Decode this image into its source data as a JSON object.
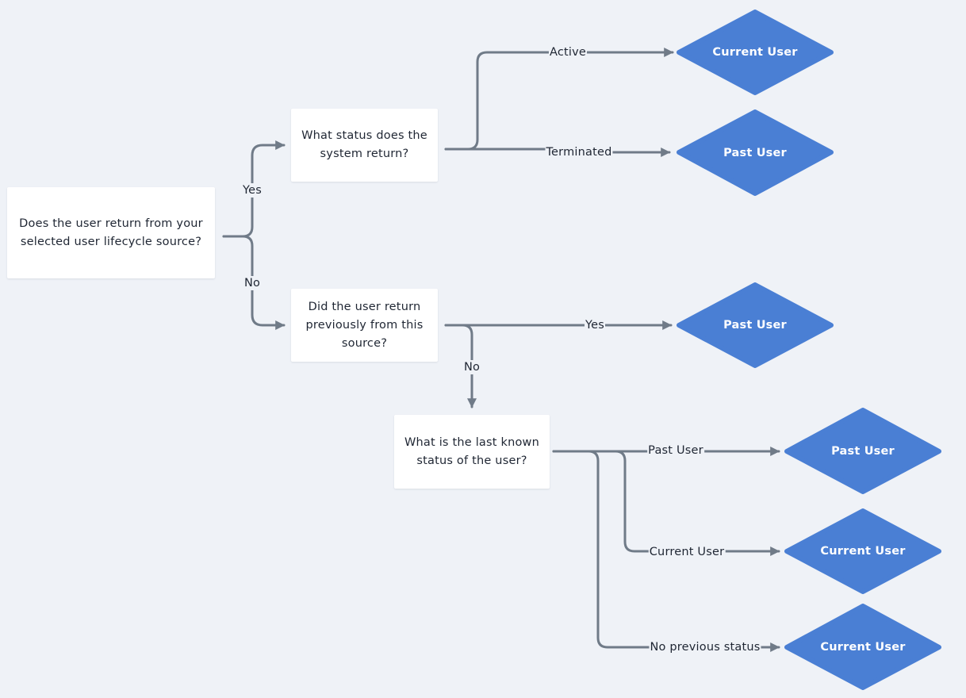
{
  "colors": {
    "background": "#eff2f7",
    "decision_fill": "#4a7fd4",
    "connector": "#707b88",
    "box_fill": "#ffffff"
  },
  "questions": {
    "q1": {
      "lines": [
        "Does the user return from your",
        "selected user lifecycle source?"
      ]
    },
    "q2": {
      "lines": [
        "What status does the",
        "system return?"
      ]
    },
    "q3": {
      "lines": [
        "Did the user return",
        "previously from this",
        "source?"
      ]
    },
    "q4": {
      "lines": [
        "What is the last known",
        "status of the user?"
      ]
    }
  },
  "edges": {
    "q1_yes": "Yes",
    "q1_no": "No",
    "q2_active": "Active",
    "q2_terminated": "Terminated",
    "q3_yes": "Yes",
    "q3_no": "No",
    "q4_past": "Past User",
    "q4_current": "Current User",
    "q4_none": "No previous status"
  },
  "outcomes": {
    "o1": "Current User",
    "o2": "Past User",
    "o3": "Past User",
    "o4": "Past User",
    "o5": "Current User",
    "o6": "Current User"
  }
}
